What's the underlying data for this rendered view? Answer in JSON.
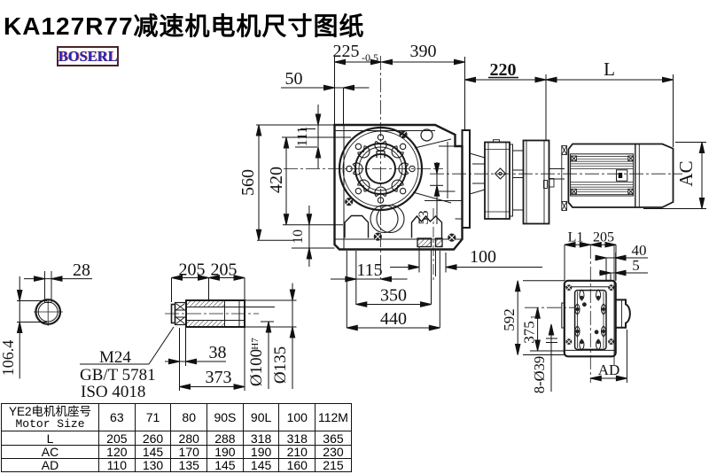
{
  "title": "KA127R77减速机电机尺寸图纸",
  "logo": {
    "text": "BOSERL",
    "border_color": "#4a2424",
    "text_color": "#2626b0"
  },
  "colors": {
    "line": "#1a1a1a",
    "background": "#ffffff"
  },
  "dimensions": {
    "d50": "50",
    "d225": "225",
    "d225_tol": "-0.5",
    "d390": "390",
    "d220": "220",
    "dL": "L",
    "d111": "111",
    "d560": "560",
    "d420": "420",
    "d10": "10",
    "d115": "115",
    "d350": "350",
    "d440": "440",
    "d100": "100",
    "d53": "53",
    "dAC": "AC",
    "d28": "28",
    "d106": "106.4",
    "d205a": "205",
    "d205b": "205",
    "d38": "38",
    "d373": "373",
    "dia100": "Ø100",
    "dia100_sup": "H7",
    "dia135": "Ø135",
    "m24": "M24",
    "gbt": "GB/T 5781",
    "iso": "ISO 4018",
    "dL1": "L1",
    "d205c": "205",
    "d40": "40",
    "d5": "5",
    "d592": "592",
    "d375": "375",
    "d375_sub": "1",
    "d8d39": "8-Ø39",
    "dAD": "AD"
  },
  "table": {
    "header_cn": "YE2电机机座号",
    "header_en": "Motor Size",
    "columns": [
      "63",
      "71",
      "80",
      "90S",
      "90L",
      "100",
      "112M"
    ],
    "rows": [
      {
        "label": "L",
        "values": [
          "205",
          "260",
          "280",
          "288",
          "318",
          "318",
          "365"
        ]
      },
      {
        "label": "AC",
        "values": [
          "120",
          "145",
          "170",
          "190",
          "190",
          "210",
          "230"
        ]
      },
      {
        "label": "AD",
        "values": [
          "110",
          "130",
          "135",
          "145",
          "145",
          "160",
          "215"
        ]
      }
    ]
  }
}
